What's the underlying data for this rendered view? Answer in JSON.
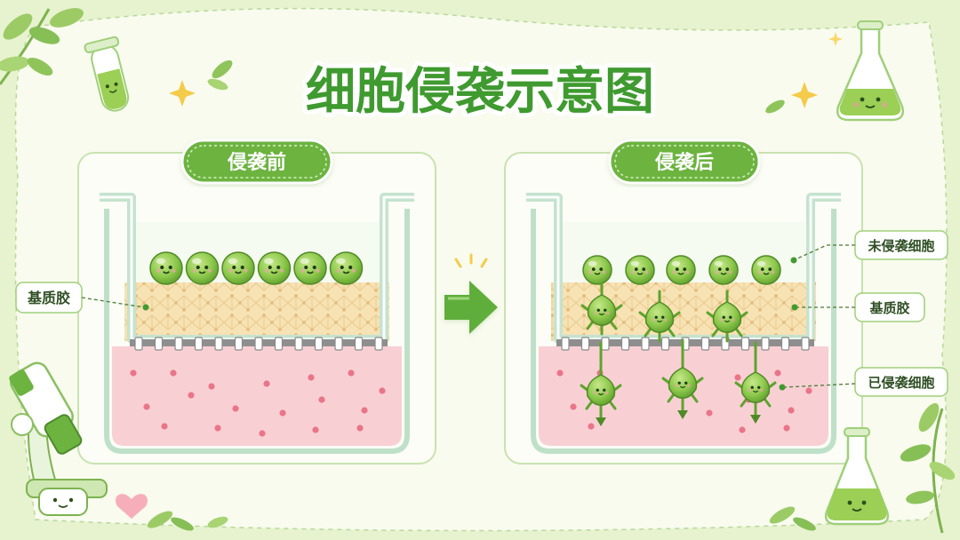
{
  "title": "细胞侵袭示意图",
  "panels": {
    "before": {
      "label": "侵袭前",
      "matrix_label": "基质胶"
    },
    "after": {
      "label": "侵袭后",
      "uninvaded_label": "未侵袭细胞",
      "matrix_label": "基质胶",
      "invaded_label": "已侵袭细胞"
    }
  },
  "colors": {
    "background": "#eef6dc",
    "accent_green": "#3f9a2f",
    "cell_green": "#8cc84b",
    "matrix": "#f6dfae",
    "medium": "#f8d0d4",
    "dots": "#e86a80"
  },
  "icons": [
    "test-tube-icon",
    "flask-icon",
    "microscope-icon",
    "heart-icon",
    "arrow-right-icon",
    "sparkle-icon",
    "leaf-icon"
  ]
}
